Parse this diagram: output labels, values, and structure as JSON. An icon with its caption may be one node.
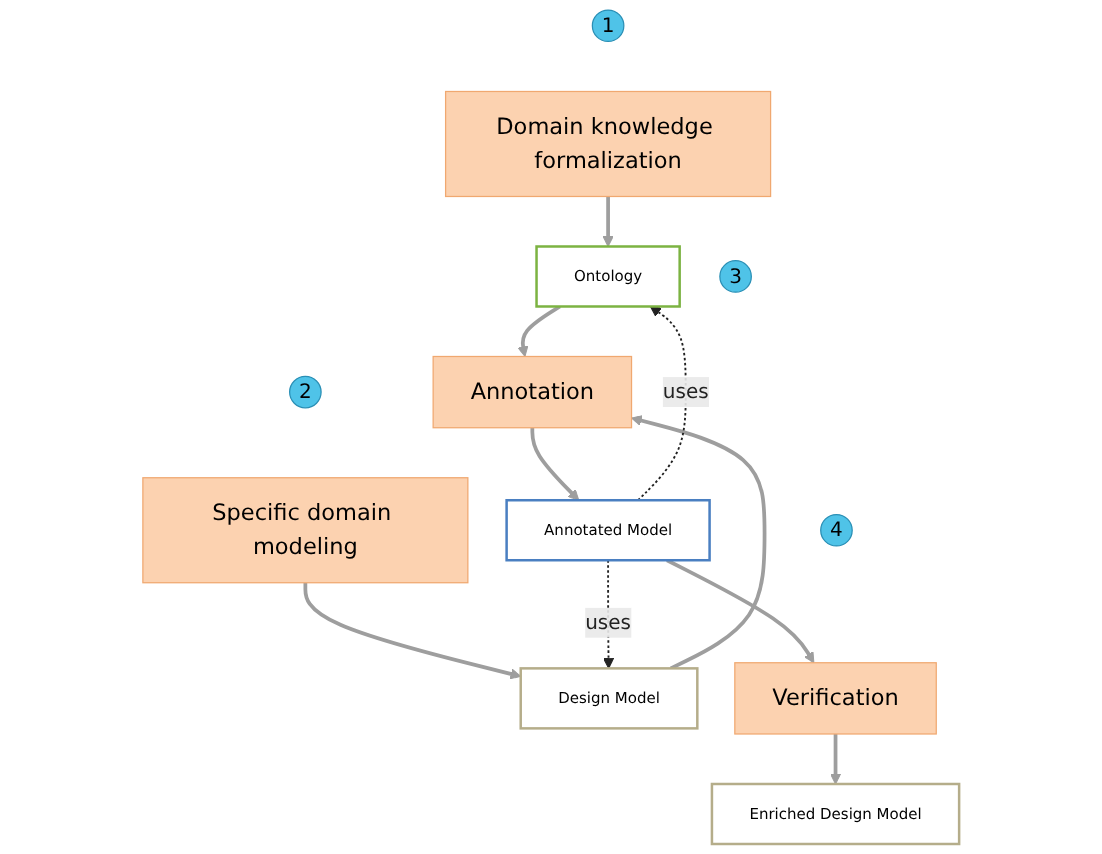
{
  "diagram": {
    "nodes": [
      {
        "text": [
          "1"
        ]
      },
      {
        "text": [
          "Domain knowledge formalization"
        ]
      },
      {
        "text": [
          "2"
        ]
      },
      {
        "text": [
          "Specific domain modeling"
        ]
      },
      {
        "text": [
          "Ontology"
        ]
      },
      {
        "text": [
          "Design Model"
        ]
      },
      {
        "text": [
          "3"
        ]
      },
      {
        "text": [
          "Annotation"
        ]
      },
      {
        "text": [
          "Annotated Model"
        ]
      },
      {
        "text": [
          "4"
        ]
      },
      {
        "text": [
          "Verification"
        ]
      },
      {
        "text": [
          "Enriched Design Model"
        ]
      }
    ],
    "edges": [
      {
        "from": 1,
        "to": 4,
        "arrow": "to"
      },
      {
        "from": 3,
        "to": 5,
        "arrow": "to"
      },
      {
        "from": 4,
        "to": 7,
        "arrow": "to"
      },
      {
        "from": 5,
        "to": 7,
        "arrow": "to"
      },
      {
        "from": 7,
        "to": 8,
        "arrow": "to"
      },
      {
        "from": 8,
        "to": 4,
        "arrow": "to",
        "label": "uses",
        "style": "dashed",
        "color": "#222222"
      },
      {
        "from": 8,
        "to": 5,
        "arrow": "to",
        "label": "uses",
        "style": "dashed",
        "color": "#222222"
      },
      {
        "from": 8,
        "to": 10,
        "arrow": "to"
      },
      {
        "from": 10,
        "to": 11,
        "arrow": "to"
      }
    ]
  }
}
